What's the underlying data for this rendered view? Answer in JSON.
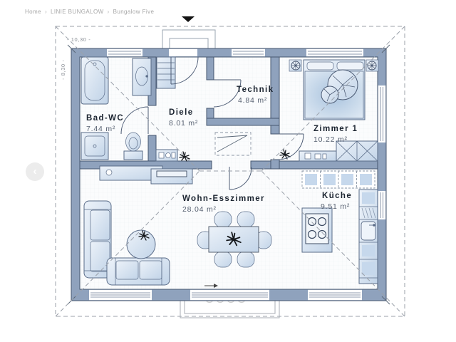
{
  "breadcrumb": {
    "items": [
      "Home",
      "LINIE BUNGALOW",
      "Bungalow Five"
    ],
    "separator": "›"
  },
  "carousel": {
    "prev_icon": "‹"
  },
  "plan": {
    "dimension_width": "- 10,30 -",
    "dimension_height": "- 8,30 -",
    "rooms": {
      "bad_wc": {
        "name": "Bad-WC",
        "area": "7.44 m²"
      },
      "diele": {
        "name": "Diele",
        "area": "8.01 m²"
      },
      "technik": {
        "name": "Technik",
        "area": "4.84 m²"
      },
      "zimmer1": {
        "name": "Zimmer 1",
        "area": "10.22 m²"
      },
      "wohn": {
        "name": "Wohn-Esszimmer",
        "area": "28.04 m²"
      },
      "kueche": {
        "name": "Küche",
        "area": "9.51 m²"
      }
    },
    "colors": {
      "wall": "#8fa2bd",
      "wall_outline": "#46566e",
      "furniture_fill": "#c9daed",
      "furniture_stroke": "#5a6c88",
      "roof_dash": "#9ba1aa",
      "room_label": "#1b2430",
      "area_label": "#566070",
      "breadcrumb_text": "#a7a7a7"
    }
  }
}
